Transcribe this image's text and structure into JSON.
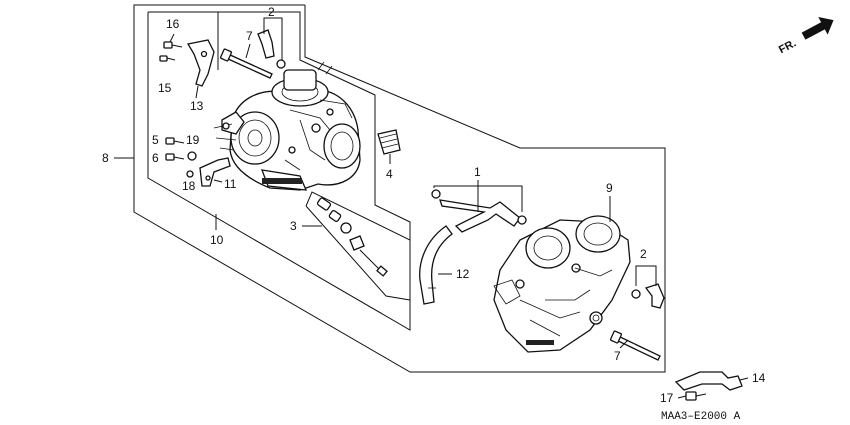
{
  "diagram_code": "MAA3–E2000 A",
  "direction_marker": "FR.",
  "callouts": {
    "c1": "1",
    "c2a": "2",
    "c2b": "2",
    "c3": "3",
    "c4": "4",
    "c5": "5",
    "c6": "6",
    "c7a": "7",
    "c7b": "7",
    "c8": "8",
    "c9": "9",
    "c10": "10",
    "c11": "11",
    "c12": "12",
    "c13": "13",
    "c14": "14",
    "c15": "15",
    "c16": "16",
    "c17": "17",
    "c18": "18",
    "c19": "19"
  }
}
